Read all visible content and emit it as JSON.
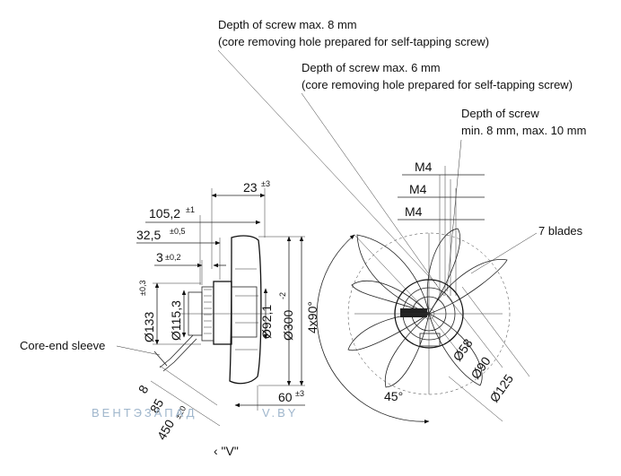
{
  "notes": {
    "screw8_line1": "Depth of screw max. 8 mm",
    "screw8_line2": "(core removing hole prepared for self-tapping screw)",
    "screw6_line1": "Depth of screw max. 6 mm",
    "screw6_line2": "(core removing hole prepared for self-tapping screw)",
    "screw_range_line1": "Depth of screw",
    "screw_range_line2": "min. 8 mm, max. 10 mm",
    "blades": "7 blades",
    "core_end_sleeve": "Core-end sleeve",
    "view_marker": "‹ \"V\""
  },
  "threads": [
    "M4",
    "M4",
    "M4"
  ],
  "side_view": {
    "d23": "23",
    "d23_tol": "±3",
    "d105": "105,2",
    "d105_tol": "±1",
    "d32": "32,5",
    "d32_tol": "±0,5",
    "d3": "3",
    "d3_tol": "±0,2",
    "d133": "Ø133",
    "d133_tol": "±0,3",
    "d115": "Ø115,3",
    "d92": "Ø92,1",
    "d300": "Ø300",
    "d300_tol": "-2",
    "angle": "4x90°",
    "d8": "8",
    "d85": "85",
    "d450": "450",
    "d450_tol": "±20",
    "d60": "60",
    "d60_tol": "±3"
  },
  "front_view": {
    "angle45": "45°",
    "d58": "Ø58",
    "d90": "Ø90",
    "d125": "Ø125"
  },
  "watermark": {
    "left": "ВЕНТЭЗАПАД",
    "right": "V.BY"
  }
}
